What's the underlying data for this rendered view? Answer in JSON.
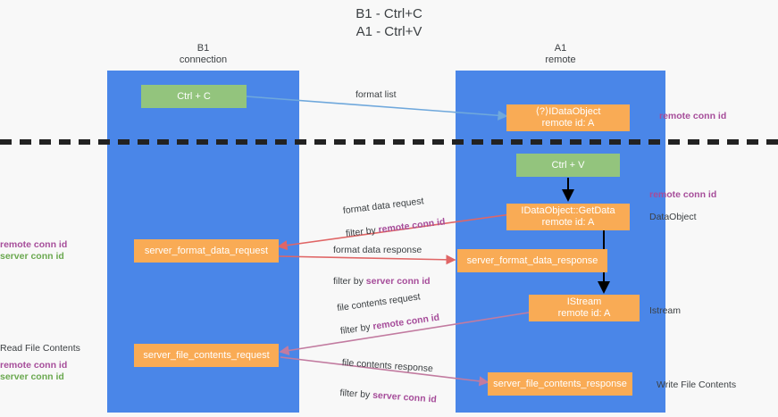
{
  "title": {
    "line1": "B1 - Ctrl+C",
    "line2": "A1 - Ctrl+V"
  },
  "columns": [
    {
      "name": "B1",
      "role": "connection"
    },
    {
      "name": "A1",
      "role": "remote"
    }
  ],
  "nodes": {
    "ctrl_c": "Ctrl + C",
    "ctrl_v": "Ctrl + V",
    "idataobject_create": "⟨?⟩IDataObject\nremote id: A",
    "idataobject_getdata": "IDataObject::GetData\nremote id: A",
    "server_format_data_request": "server_format_data_request",
    "server_format_data_response": "server_format_data_response",
    "istream": "IStream\nremote id: A",
    "server_file_contents_request": "server_file_contents_request",
    "server_file_contents_response": "server_file_contents_response"
  },
  "edge_labels": {
    "format_list": "format list",
    "format_data_request": "format data request",
    "format_data_request_filter_prefix": "filter by ",
    "format_data_request_filter_key": "remote conn id",
    "format_data_response": "format data response",
    "format_data_response_filter_prefix": "filter by ",
    "format_data_response_filter_key": "server conn id",
    "file_contents_request": "file contents request",
    "file_contents_request_filter_prefix": "filter by ",
    "file_contents_request_filter_key": "remote conn id",
    "file_contents_response": "file contents response",
    "file_contents_response_filter_prefix": "filter by ",
    "file_contents_response_filter_key": "server conn id"
  },
  "side_labels": {
    "right_remote_conn_id_top": "remote conn id",
    "right_remote_conn_id_mid": "remote conn id",
    "right_dataobject": "DataObject",
    "right_istream": "Istream",
    "right_write_file_contents": "Write File Contents",
    "left_remote_conn_id": "remote conn id",
    "left_server_conn_id": "server conn id",
    "left_read_file_contents": "Read File Contents",
    "left_remote_conn_id_2": "remote conn id",
    "left_server_conn_id_2": "server conn id"
  },
  "colors": {
    "lane": "#4a86e8",
    "green_box": "#93c47d",
    "orange_box": "#f9ab55",
    "blue_arrow": "#6fa8dc",
    "red_arrow": "#e06666",
    "magenta_arrow": "#c27ba0",
    "black_arrow": "#000000",
    "purple_text": "#a64d9a",
    "green_text": "#6aa84f",
    "background": "#f8f8f8",
    "text": "#3c4043"
  }
}
